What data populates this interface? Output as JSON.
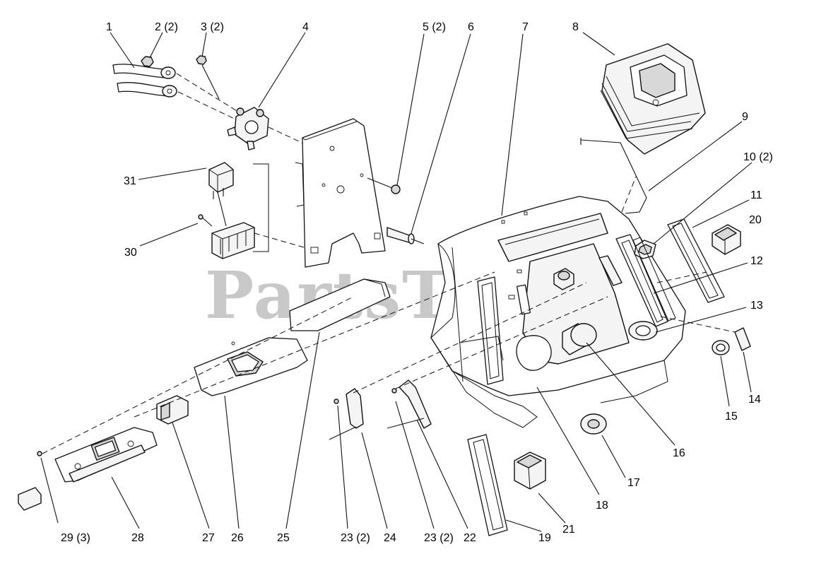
{
  "watermark": "PartsTree",
  "callouts": [
    {
      "id": "c1",
      "label": "1"
    },
    {
      "id": "c2",
      "label": "2 (2)"
    },
    {
      "id": "c3",
      "label": "3 (2)"
    },
    {
      "id": "c4",
      "label": "4"
    },
    {
      "id": "c5",
      "label": "5 (2)"
    },
    {
      "id": "c6",
      "label": "6"
    },
    {
      "id": "c7",
      "label": "7"
    },
    {
      "id": "c8",
      "label": "8"
    },
    {
      "id": "c9",
      "label": "9"
    },
    {
      "id": "c10",
      "label": "10 (2)"
    },
    {
      "id": "c11",
      "label": "11"
    },
    {
      "id": "c12",
      "label": "12"
    },
    {
      "id": "c13",
      "label": "13"
    },
    {
      "id": "c14",
      "label": "14"
    },
    {
      "id": "c15",
      "label": "15"
    },
    {
      "id": "c16",
      "label": "16"
    },
    {
      "id": "c17",
      "label": "17"
    },
    {
      "id": "c18",
      "label": "18"
    },
    {
      "id": "c19",
      "label": "19"
    },
    {
      "id": "c20",
      "label": "20"
    },
    {
      "id": "c21",
      "label": "21"
    },
    {
      "id": "c22",
      "label": "22"
    },
    {
      "id": "c23a",
      "label": "23 (2)"
    },
    {
      "id": "c23b",
      "label": "23 (2)"
    },
    {
      "id": "c24",
      "label": "24"
    },
    {
      "id": "c25",
      "label": "25"
    },
    {
      "id": "c26",
      "label": "26"
    },
    {
      "id": "c27",
      "label": "27"
    },
    {
      "id": "c28",
      "label": "28"
    },
    {
      "id": "c29",
      "label": "29 (3)"
    },
    {
      "id": "c30",
      "label": "30"
    },
    {
      "id": "c31",
      "label": "31"
    }
  ]
}
